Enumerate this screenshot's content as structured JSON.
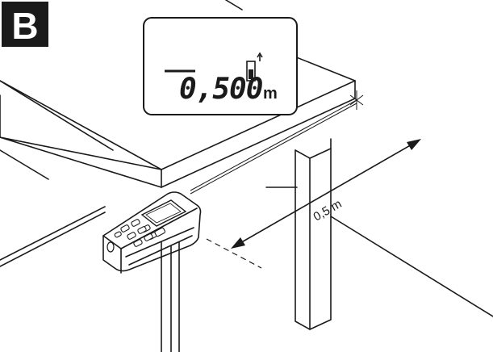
{
  "panel_label": "B",
  "display": {
    "value": "0,500",
    "unit": "m"
  },
  "measurement_label": "0,5 m",
  "colors": {
    "ink": "#1a1a1a",
    "label_bg": "#1a1a1a",
    "label_fg": "#ffffff",
    "paper": "#ffffff"
  }
}
